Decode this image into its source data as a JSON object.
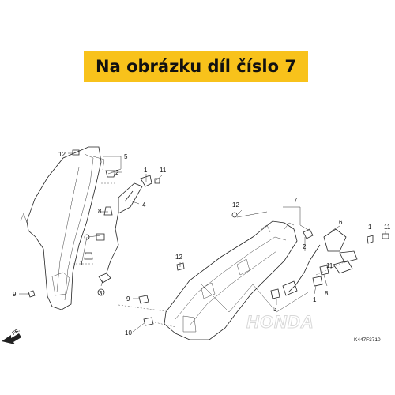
{
  "banner": {
    "text": "Na obrázku díl číslo 7",
    "color": "#f8c21b"
  },
  "diagram": {
    "code": "K447F3710",
    "fr_label": "FR.",
    "watermark": "HONDA",
    "callouts": [
      "12",
      "5",
      "2",
      "1",
      "11",
      "4",
      "8",
      "1",
      "9",
      "12",
      "3",
      "7",
      "12",
      "2",
      "6",
      "1",
      "11",
      "8",
      "3",
      "1",
      "11",
      "9",
      "10"
    ]
  }
}
